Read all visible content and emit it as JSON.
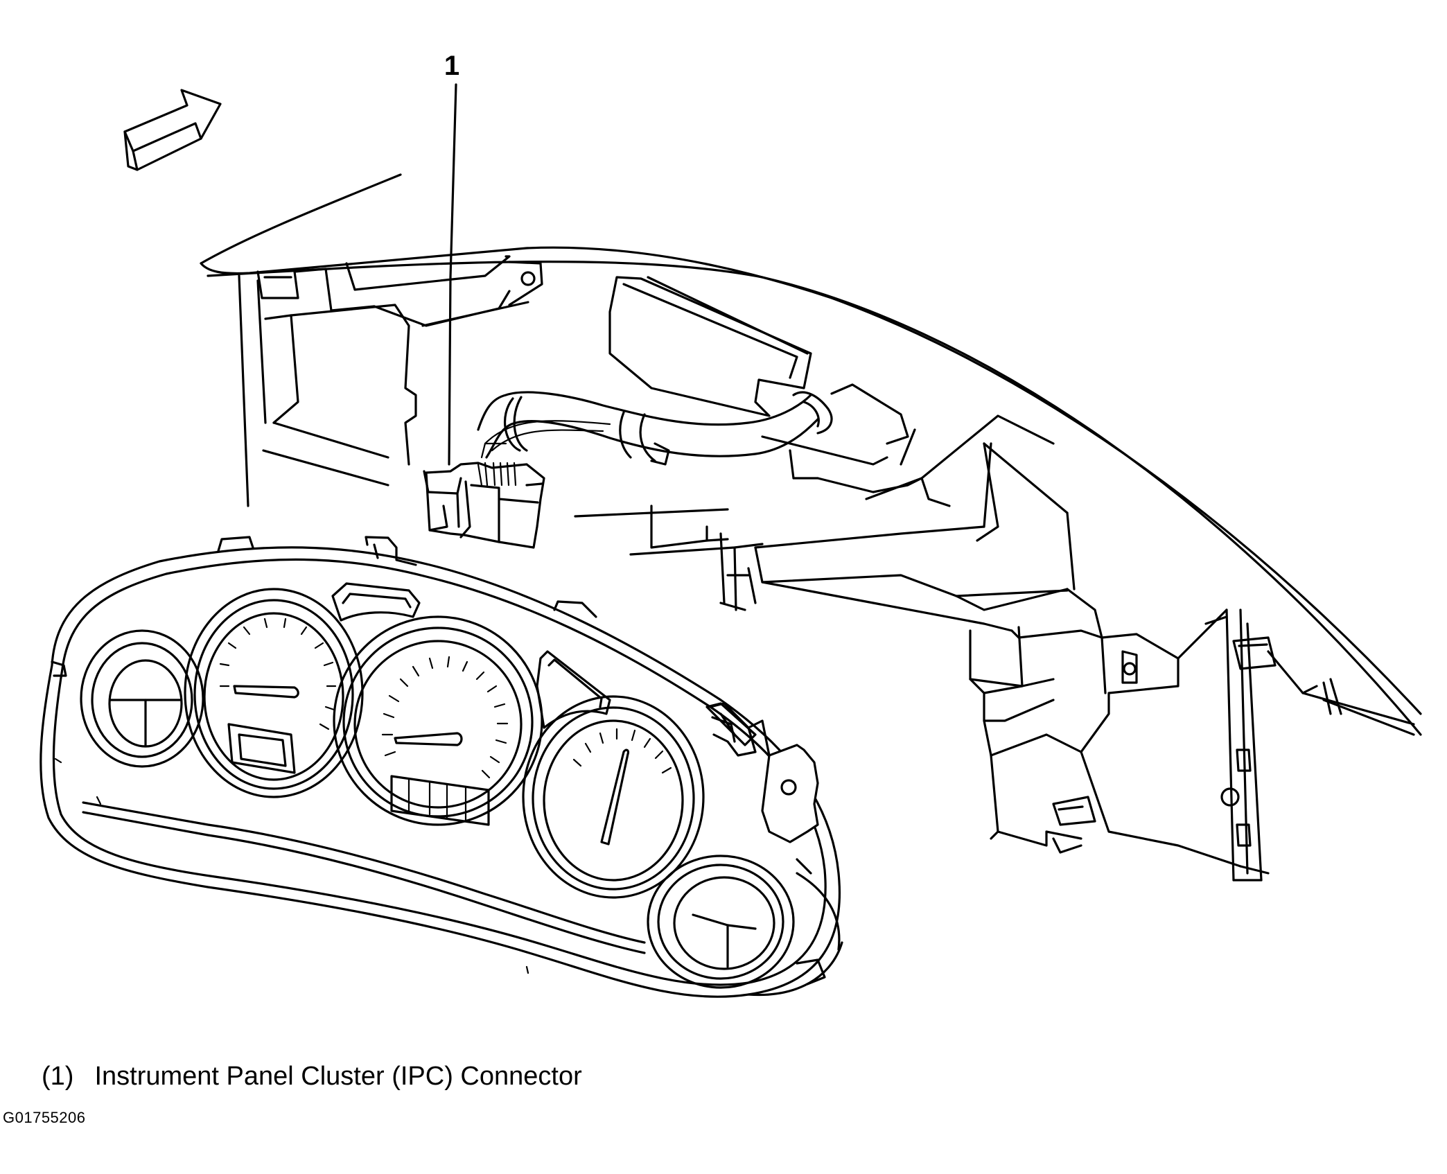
{
  "callout": {
    "number": "1"
  },
  "legend": {
    "ref": "(1)",
    "text": "Instrument Panel Cluster (IPC) Connector"
  },
  "figure_id": "G01755206",
  "icons": {
    "direction_arrow": "forward-arrow-icon"
  }
}
